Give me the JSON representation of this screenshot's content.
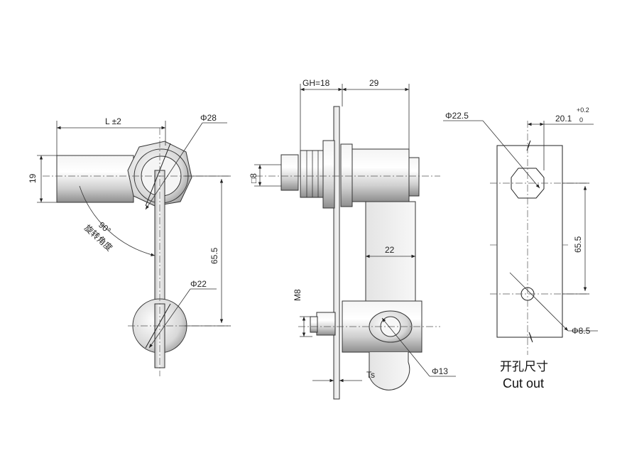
{
  "labels": {
    "length": "L ±2",
    "height_19": "19",
    "dia_28": "Φ28",
    "dia_22": "Φ22",
    "rotation_deg": "90°",
    "rotation_cn": "旋转角度",
    "dist_65_5": "65.5",
    "gh": "GH=18",
    "dim_29": "29",
    "square_8": "□8",
    "dim_22": "22",
    "m8": "M8",
    "ts": "Ts",
    "dia_13": "Φ13",
    "dia_22_5": "Φ22.5",
    "dim_20_1": "20.1",
    "tol_plus": "+0.2",
    "tol_zero": "0",
    "cut_65_5": "65.5",
    "dia_8_5": "Φ8.5",
    "cutout_cn": "开孔尺寸",
    "cutout_en": "Cut out"
  }
}
